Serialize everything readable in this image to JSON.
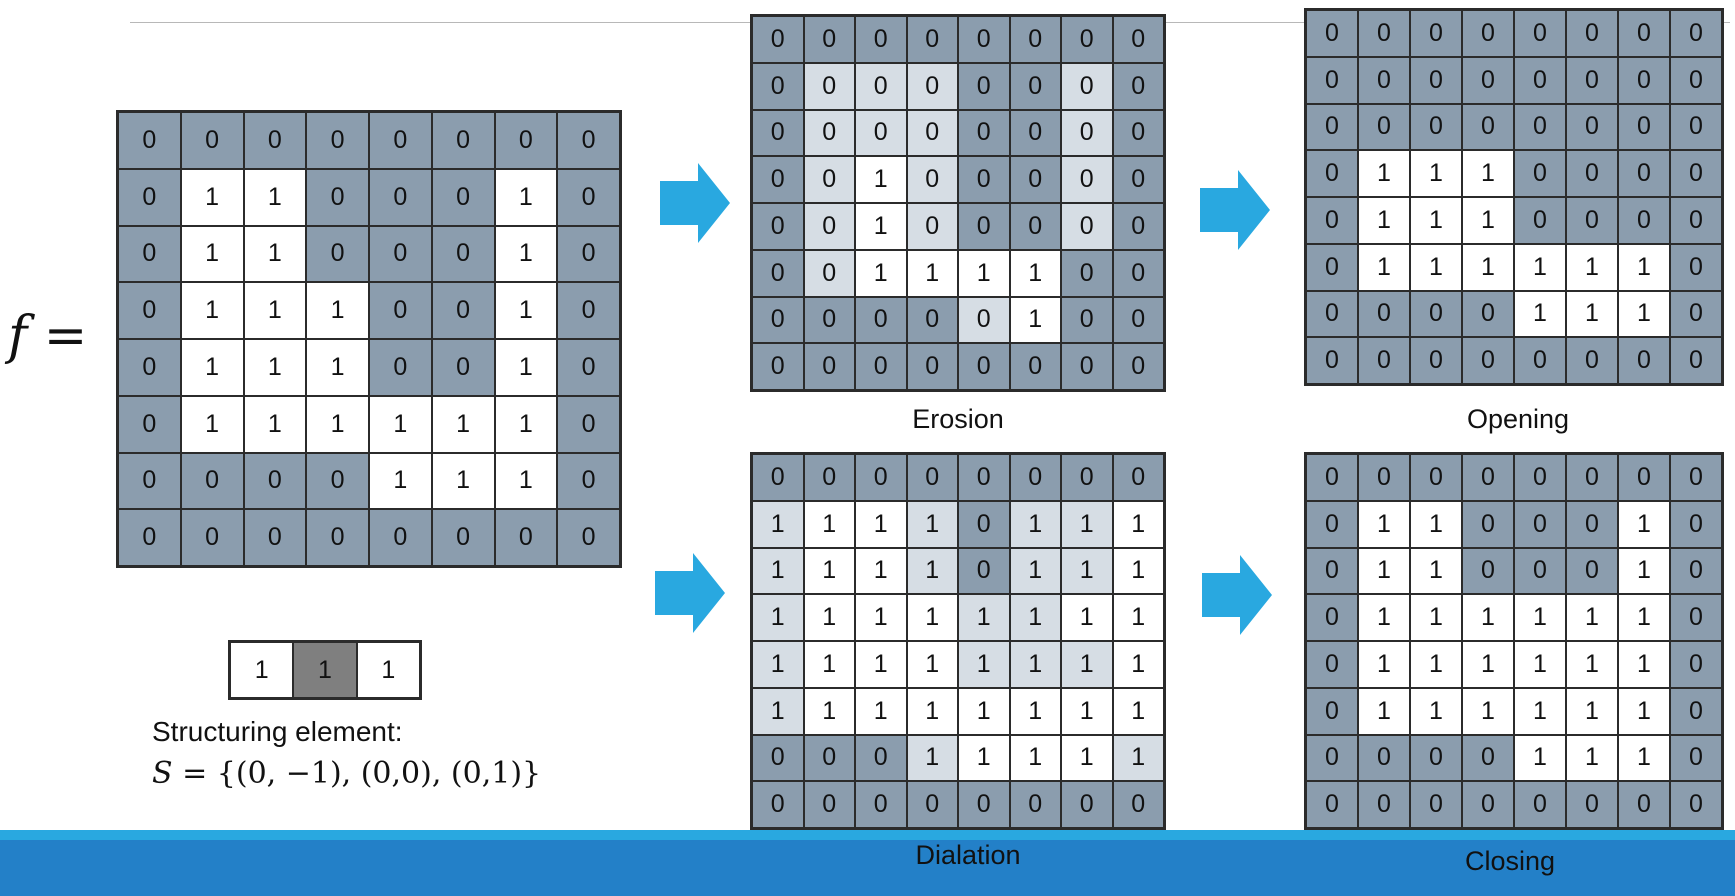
{
  "f_symbol": "f",
  "f_equals": " =",
  "structuring_element": {
    "caption": "Structuring element:",
    "formula": "S = {(0, −1), (0,0), (0,1)}",
    "formula_var": "S",
    "formula_rest": " = {(0, −1), (0,0), (0,1)}",
    "values": [
      "1",
      "1",
      "1"
    ],
    "styles": [
      "fg",
      "se",
      "fg"
    ]
  },
  "labels": {
    "erosion": "Erosion",
    "opening": "Opening",
    "dilation": "Dialation",
    "closing": "Closing"
  },
  "colors": {
    "background_cell": "#8b9dae",
    "changed_cell": "#d6dde4",
    "foreground_cell": "#ffffff",
    "se_origin": "#7f7f7f",
    "arrow": "#29a8e0",
    "footer": "#2380c8"
  },
  "grids": {
    "input": {
      "values": [
        [
          0,
          0,
          0,
          0,
          0,
          0,
          0,
          0
        ],
        [
          0,
          1,
          1,
          0,
          0,
          0,
          1,
          0
        ],
        [
          0,
          1,
          1,
          0,
          0,
          0,
          1,
          0
        ],
        [
          0,
          1,
          1,
          1,
          0,
          0,
          1,
          0
        ],
        [
          0,
          1,
          1,
          1,
          0,
          0,
          1,
          0
        ],
        [
          0,
          1,
          1,
          1,
          1,
          1,
          1,
          0
        ],
        [
          0,
          0,
          0,
          0,
          1,
          1,
          1,
          0
        ],
        [
          0,
          0,
          0,
          0,
          0,
          0,
          0,
          0
        ]
      ],
      "styles": [
        "bbbbbbbb",
        "bffbbbfb",
        "bffbbbfb",
        "bfffbbfb",
        "bfffbbfb",
        "bffffffb",
        "bbbbfffb",
        "bbbbbbbb"
      ]
    },
    "erosion": {
      "values": [
        [
          0,
          0,
          0,
          0,
          0,
          0,
          0,
          0
        ],
        [
          0,
          0,
          0,
          0,
          0,
          0,
          0,
          0
        ],
        [
          0,
          0,
          0,
          0,
          0,
          0,
          0,
          0
        ],
        [
          0,
          0,
          1,
          0,
          0,
          0,
          0,
          0
        ],
        [
          0,
          0,
          1,
          0,
          0,
          0,
          0,
          0
        ],
        [
          0,
          0,
          1,
          1,
          1,
          1,
          0,
          0
        ],
        [
          0,
          0,
          0,
          0,
          0,
          1,
          0,
          0
        ],
        [
          0,
          0,
          0,
          0,
          0,
          0,
          0,
          0
        ]
      ],
      "styles": [
        "bbbbbbbb",
        "blllbblb",
        "blllbblb",
        "blflbblb",
        "blflbblb",
        "blffffb b",
        "bbbblfbb",
        "bbbbbbbb"
      ]
    },
    "opening": {
      "values": [
        [
          0,
          0,
          0,
          0,
          0,
          0,
          0,
          0
        ],
        [
          0,
          0,
          0,
          0,
          0,
          0,
          0,
          0
        ],
        [
          0,
          0,
          0,
          0,
          0,
          0,
          0,
          0
        ],
        [
          0,
          1,
          1,
          1,
          0,
          0,
          0,
          0
        ],
        [
          0,
          1,
          1,
          1,
          0,
          0,
          0,
          0
        ],
        [
          0,
          1,
          1,
          1,
          1,
          1,
          1,
          0
        ],
        [
          0,
          0,
          0,
          0,
          1,
          1,
          1,
          0
        ],
        [
          0,
          0,
          0,
          0,
          0,
          0,
          0,
          0
        ]
      ],
      "styles": [
        "bbbbbbbb",
        "bbbbbbbb",
        "bbbbbbbb",
        "bfffbbbb",
        "bfffbbbb",
        "bffffffb",
        "bbbbfffb",
        "bbbbbbbb"
      ]
    },
    "dilation": {
      "values": [
        [
          0,
          0,
          0,
          0,
          0,
          0,
          0,
          0
        ],
        [
          1,
          1,
          1,
          1,
          0,
          1,
          1,
          1
        ],
        [
          1,
          1,
          1,
          1,
          0,
          1,
          1,
          1
        ],
        [
          1,
          1,
          1,
          1,
          1,
          1,
          1,
          1
        ],
        [
          1,
          1,
          1,
          1,
          1,
          1,
          1,
          1
        ],
        [
          1,
          1,
          1,
          1,
          1,
          1,
          1,
          1
        ],
        [
          0,
          0,
          0,
          1,
          1,
          1,
          1,
          1
        ],
        [
          0,
          0,
          0,
          0,
          0,
          0,
          0,
          0
        ]
      ],
      "styles": [
        "bbbbbbbb",
        "lfflbllffl",
        "lfflbllffl",
        "lfffllffl",
        "lffflllfl",
        "lfffffffl",
        "bbblfffl",
        "bbbbbbbb"
      ]
    },
    "closing": {
      "values": [
        [
          0,
          0,
          0,
          0,
          0,
          0,
          0,
          0
        ],
        [
          0,
          1,
          1,
          0,
          0,
          0,
          1,
          0
        ],
        [
          0,
          1,
          1,
          0,
          0,
          0,
          1,
          0
        ],
        [
          0,
          1,
          1,
          1,
          1,
          1,
          1,
          0
        ],
        [
          0,
          1,
          1,
          1,
          1,
          1,
          1,
          0
        ],
        [
          0,
          1,
          1,
          1,
          1,
          1,
          1,
          0
        ],
        [
          0,
          0,
          0,
          0,
          1,
          1,
          1,
          0
        ],
        [
          0,
          0,
          0,
          0,
          0,
          0,
          0,
          0
        ]
      ],
      "styles": [
        "bbbbbbbb",
        "bffbbbfb",
        "bffbbbfb",
        "bffffffb",
        "bffffffb",
        "bffffffb",
        "bbbbfffb",
        "bbbbbbbb"
      ]
    }
  }
}
